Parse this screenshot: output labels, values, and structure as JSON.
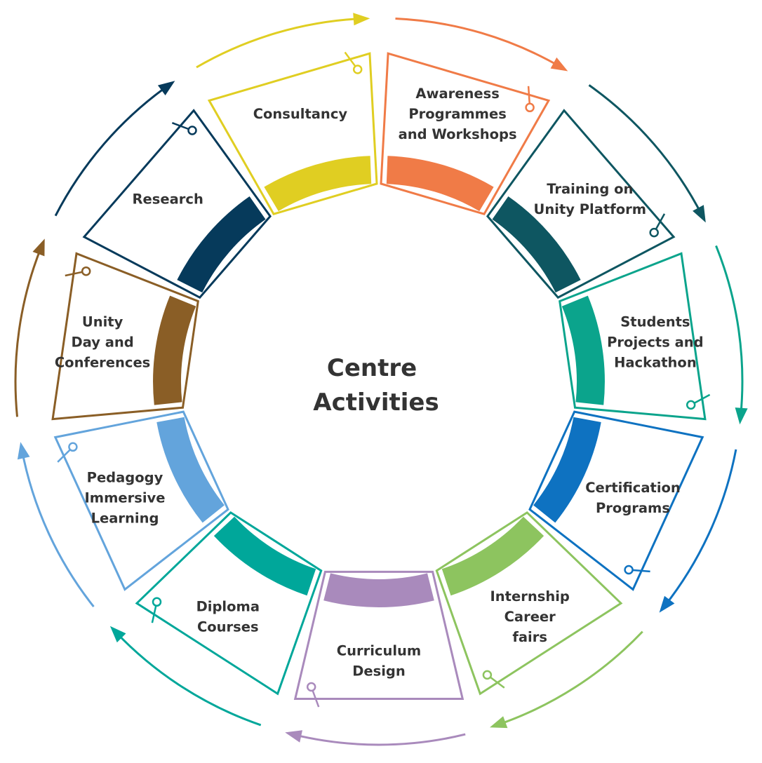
{
  "diagram": {
    "center_title_lines": [
      "Centre",
      "Activities"
    ],
    "segments": [
      {
        "label_lines": [
          "Awareness",
          "Programmes",
          "and Workshops"
        ],
        "color": "#F07B47"
      },
      {
        "label_lines": [
          "Training on",
          "Unity Platform"
        ],
        "color": "#0E5661"
      },
      {
        "label_lines": [
          "Students",
          "Projects and",
          "Hackathon"
        ],
        "color": "#0BA48C"
      },
      {
        "label_lines": [
          "Certification",
          "Programs"
        ],
        "color": "#0E72C1"
      },
      {
        "label_lines": [
          "Internship",
          "Career",
          "fairs"
        ],
        "color": "#8DC45F"
      },
      {
        "label_lines": [
          "Curriculum",
          "Design"
        ],
        "color": "#A98ABC"
      },
      {
        "label_lines": [
          "Diploma",
          "Courses"
        ],
        "color": "#00A79A"
      },
      {
        "label_lines": [
          "Pedagogy",
          "Immersive",
          "Learning"
        ],
        "color": "#63A4DC"
      },
      {
        "label_lines": [
          "Unity",
          "Day and",
          "Conferences"
        ],
        "color": "#8A5E26"
      },
      {
        "label_lines": [
          "Research"
        ],
        "color": "#063A5B"
      },
      {
        "label_lines": [
          "Consultancy"
        ],
        "color": "#E0CE22"
      }
    ]
  }
}
